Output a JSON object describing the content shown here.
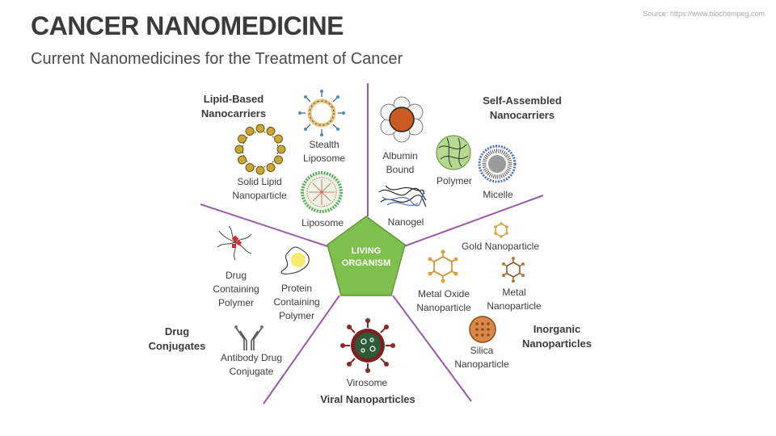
{
  "header": {
    "title": "CANCER NANOMEDICINE",
    "subtitle": "Current Nanomedicines for the Treatment of Cancer",
    "source": "Source: https://www.biochempeg.com"
  },
  "center": {
    "line1": "LIVING",
    "line2": "ORGANISM"
  },
  "colors": {
    "center_fill": "#7fbf4d",
    "divider": "#9a5aa8",
    "text": "#3b3b3b"
  },
  "categories": {
    "lipid": {
      "line1": "Lipid-Based",
      "line2": "Nanocarriers"
    },
    "self_assembled": {
      "line1": "Self-Assembled",
      "line2": "Nanocarriers"
    },
    "drug_conjugates": {
      "line1": "Drug",
      "line2": "Conjugates"
    },
    "inorganic": {
      "line1": "Inorganic",
      "line2": "Nanoparticles"
    },
    "viral": {
      "line1": "Viral Nanoparticles"
    }
  },
  "items": {
    "stealth_liposome": {
      "line1": "Stealth",
      "line2": "Liposome"
    },
    "solid_lipid": {
      "line1": "Solid Lipid",
      "line2": "Nanoparticle"
    },
    "liposome": {
      "line1": "Liposome"
    },
    "albumin_bound": {
      "line1": "Albumin",
      "line2": "Bound"
    },
    "polymer": {
      "line1": "Polymer"
    },
    "micelle": {
      "line1": "Micelle"
    },
    "nanogel": {
      "line1": "Nanogel"
    },
    "gold": {
      "line1": "Gold Nanoparticle"
    },
    "metal_oxide": {
      "line1": "Metal Oxide",
      "line2": "Nanoparticle"
    },
    "metal": {
      "line1": "Metal",
      "line2": "Nanoparticle"
    },
    "silica": {
      "line1": "Silica",
      "line2": "Nanoparticle"
    },
    "drug_polymer": {
      "line1": "Drug",
      "line2": "Containing",
      "line3": "Polymer"
    },
    "protein_polymer": {
      "line1": "Protein",
      "line2": "Containing",
      "line3": "Polymer"
    },
    "antibody": {
      "line1": "Antibody Drug",
      "line2": "Conjugate"
    },
    "virosome": {
      "line1": "Virosome"
    }
  }
}
